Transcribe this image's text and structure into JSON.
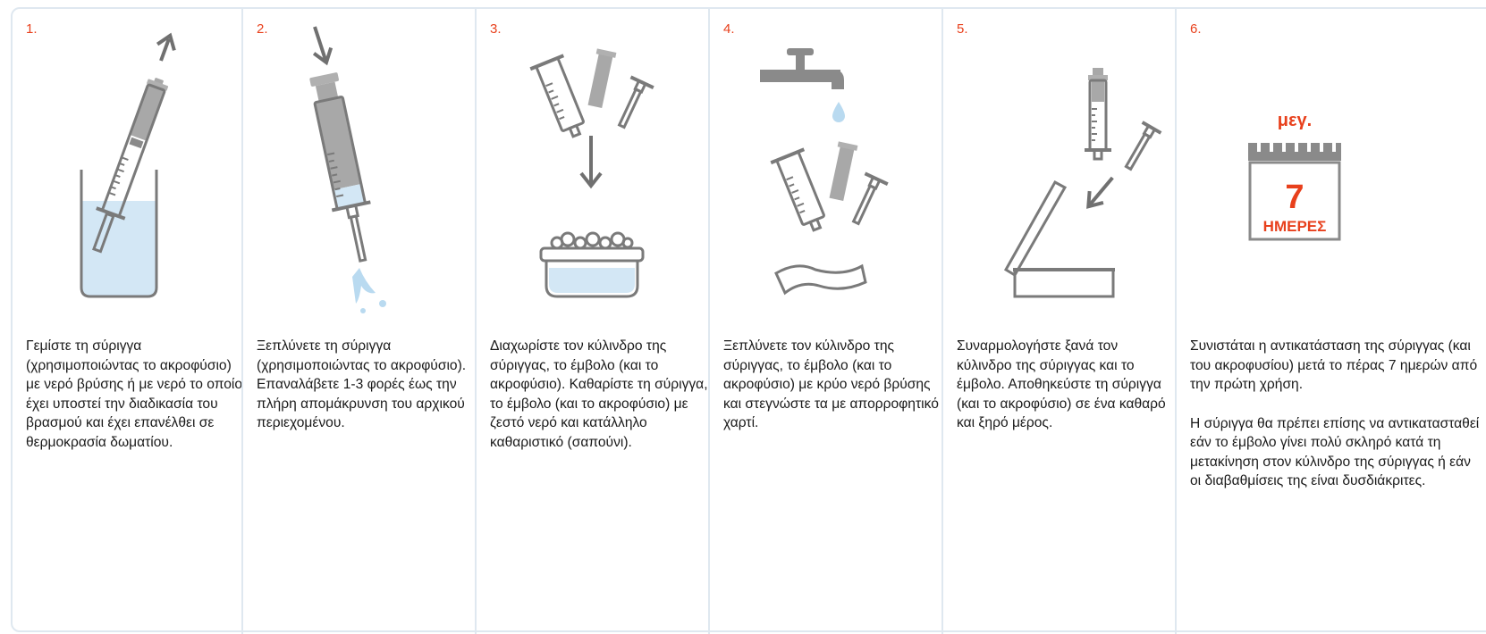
{
  "colors": {
    "accent": "#e8401c",
    "outline": "#7a7a7a",
    "gray_fill": "#a8a8a8",
    "water": "#d3e7f5",
    "panel_border": "#dfe8f0"
  },
  "steps": [
    {
      "number": "1.",
      "icon": "syringe-in-glass-of-water",
      "text": "Γεμίστε τη σύριγγα (χρησιμοποιώντας το ακροφύσιο) με νερό βρύσης ή με νερό το οποίο έχει υποστεί την διαδικασία του βρασμού και έχει επανέλθει σε θερμοκρασία δωματίου."
    },
    {
      "number": "2.",
      "icon": "syringe-flushing-water",
      "text": "Ξεπλύνετε τη σύριγγα (χρησιμοποιώντας το ακροφύσιο). Επαναλάβετε 1-3 φορές έως την πλήρη απομάκρυνση του αρχικού περιεχομένου."
    },
    {
      "number": "3.",
      "icon": "syringe-parts-into-soapy-bowl",
      "text": "Διαχωρίστε τον κύλινδρο της σύριγγας, το έμβολο (και το ακροφύσιο). Καθαρίστε τη σύριγγα, το έμβολο (και το ακροφύσιο) με ζεστό νερό και κατάλληλο καθαριστικό (σαπούνι)."
    },
    {
      "number": "4.",
      "icon": "tap-and-paper-towel",
      "text": "Ξεπλύνετε τον κύλινδρο της σύριγγας, το έμβολο (και το ακροφύσιο) με κρύο νερό βρύσης και στεγνώστε τα με απορροφητικό χαρτί."
    },
    {
      "number": "5.",
      "icon": "syringe-into-storage-box",
      "text": "Συναρμολογήστε ξανά τον κύλινδρο της σύριγγας και το έμβολο. Αποθηκεύστε τη σύριγγα (και το ακροφύσιο) σε ένα καθαρό και ξηρό μέρος."
    },
    {
      "number": "6.",
      "icon": "calendar-7-days",
      "calendar": {
        "top_label": "μεγ.",
        "number": "7",
        "unit": "ΗΜΕΡΕΣ"
      },
      "text": "Συνιστάται η αντικατάσταση της σύριγγας (και του ακροφυσίου) μετά το πέρας 7 ημερών από την πρώτη χρήση.",
      "text2": "Η σύριγγα θα πρέπει επίσης να αντικατασταθεί εάν το έμβολο γίνει πολύ σκληρό κατά τη μετακίνηση στον κύλινδρο της σύριγγας ή εάν οι διαβαθμίσεις της είναι δυσδιάκριτες."
    }
  ]
}
